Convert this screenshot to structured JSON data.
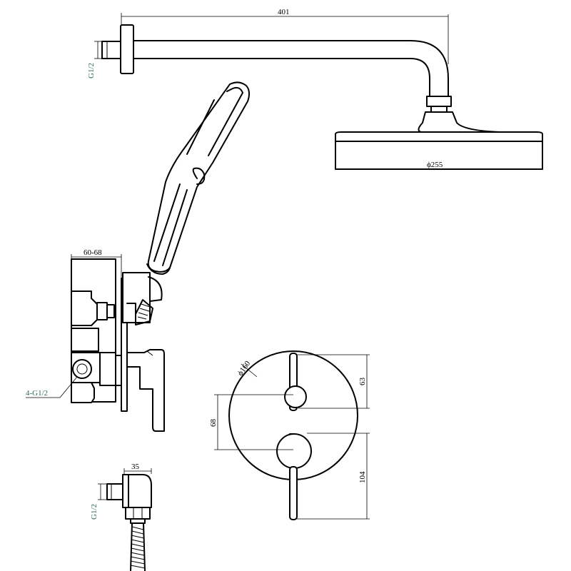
{
  "dimensions": {
    "arm_length": "401",
    "head_diameter": "ϕ255",
    "arm_thread": "G1/2",
    "valve_depth": "60-68",
    "valve_ports": "4-G1/2",
    "plate_diameter": "ϕ160",
    "handle_spacing_top": "63",
    "handle_spacing_mid": "68",
    "handle_spacing_bottom": "104",
    "outlet_width": "35",
    "outlet_thread": "G1/2"
  },
  "colors": {
    "line": "#000000",
    "label_accent": "#2d6a57"
  }
}
